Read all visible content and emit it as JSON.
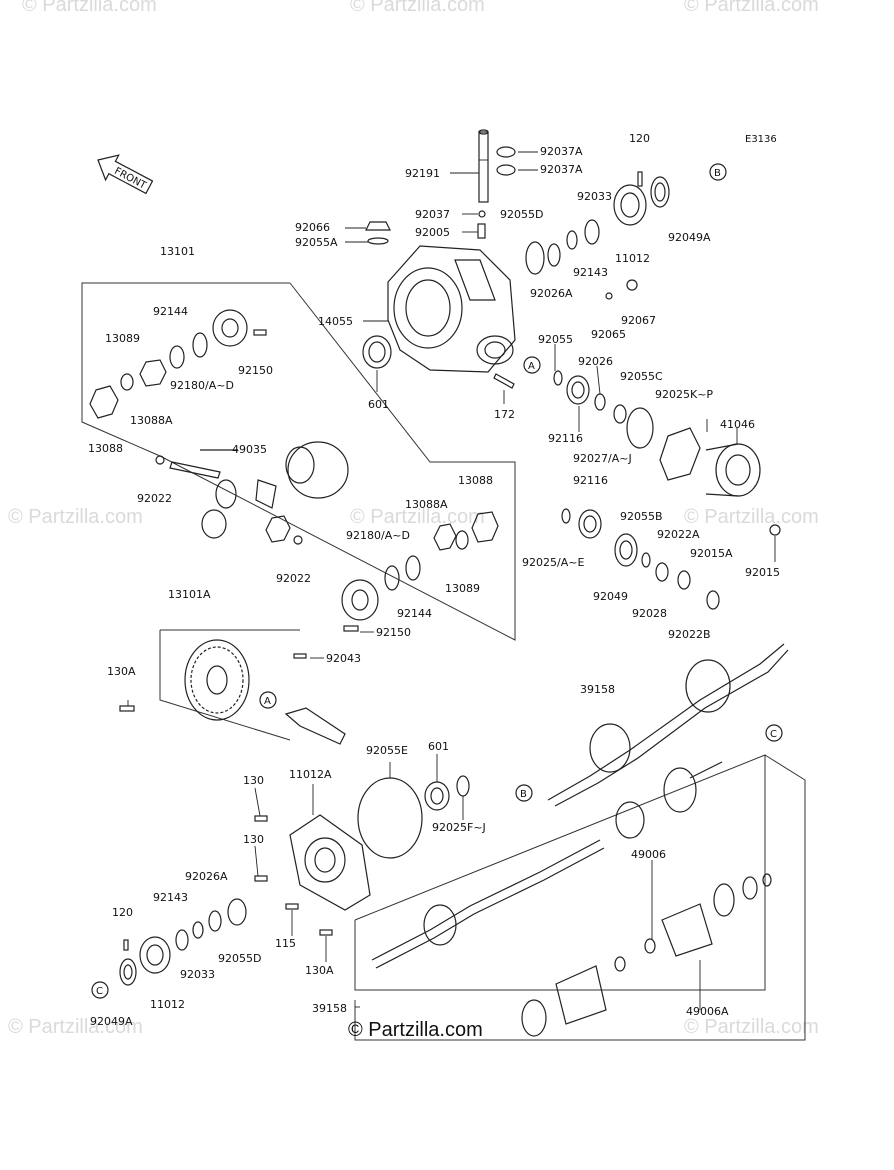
{
  "watermarks": [
    "© Partzilla.com"
  ],
  "diagram_code": "E3136",
  "front_label": "FRONT",
  "footer_brand": "© Partzilla.com",
  "callouts": {
    "a": "A",
    "b": "B",
    "c": "C"
  },
  "labels": {
    "p92037A_1": "92037A",
    "p92037A_2": "92037A",
    "p92191": "92191",
    "p120_top": "120",
    "p92037": "92037",
    "p92055D_top": "92055D",
    "p92005": "92005",
    "p92033_top": "92033",
    "p92066": "92066",
    "p92055A": "92055A",
    "p92049A_top": "92049A",
    "p92143_top": "92143",
    "p11012_top": "11012",
    "p92026A_top": "92026A",
    "p92067": "92067",
    "p92065": "92065",
    "p13101": "13101",
    "p14055": "14055",
    "p92144_top": "92144",
    "p13089_top": "13089",
    "p92150_top": "92150",
    "p92180_top": "92180/A~D",
    "p13088A_top": "13088A",
    "p601_top": "601",
    "p92055": "92055",
    "p92026": "92026",
    "p92055C": "92055C",
    "p92025KP": "92025K~P",
    "p41046": "41046",
    "p172": "172",
    "p92116_top": "92116",
    "p92027": "92027/A~J",
    "p13088_left": "13088",
    "p49035": "49035",
    "p92022_left": "92022",
    "p13088_right": "13088",
    "p13088A_right": "13088A",
    "p92116_mid": "92116",
    "p92055B": "92055B",
    "p92180_mid": "92180/A~D",
    "p92022A": "92022A",
    "p92025AE": "92025/A~E",
    "p92015A": "92015A",
    "p92015": "92015",
    "p92022_mid": "92022",
    "p13089_mid": "13089",
    "p92049_mid": "92049",
    "p92144_mid": "92144",
    "p92028": "92028",
    "p92022B": "92022B",
    "p13101A": "13101A",
    "p92150_mid": "92150",
    "p92043": "92043",
    "p130A_top": "130A",
    "p39158_top": "39158",
    "p92055E": "92055E",
    "p601_bot": "601",
    "p92025FJ": "92025F~J",
    "p130_1": "130",
    "p11012A": "11012A",
    "p130_2": "130",
    "p49006": "49006",
    "p92026A_bot": "92026A",
    "p92143_bot": "92143",
    "p120_bot": "120",
    "p92033_bot": "92033",
    "p92055D_bot": "92055D",
    "p115": "115",
    "p130A_bot": "130A",
    "p11012_bot": "11012",
    "p92049A_bot": "92049A",
    "p39158_bot": "39158",
    "p49006A": "49006A"
  }
}
